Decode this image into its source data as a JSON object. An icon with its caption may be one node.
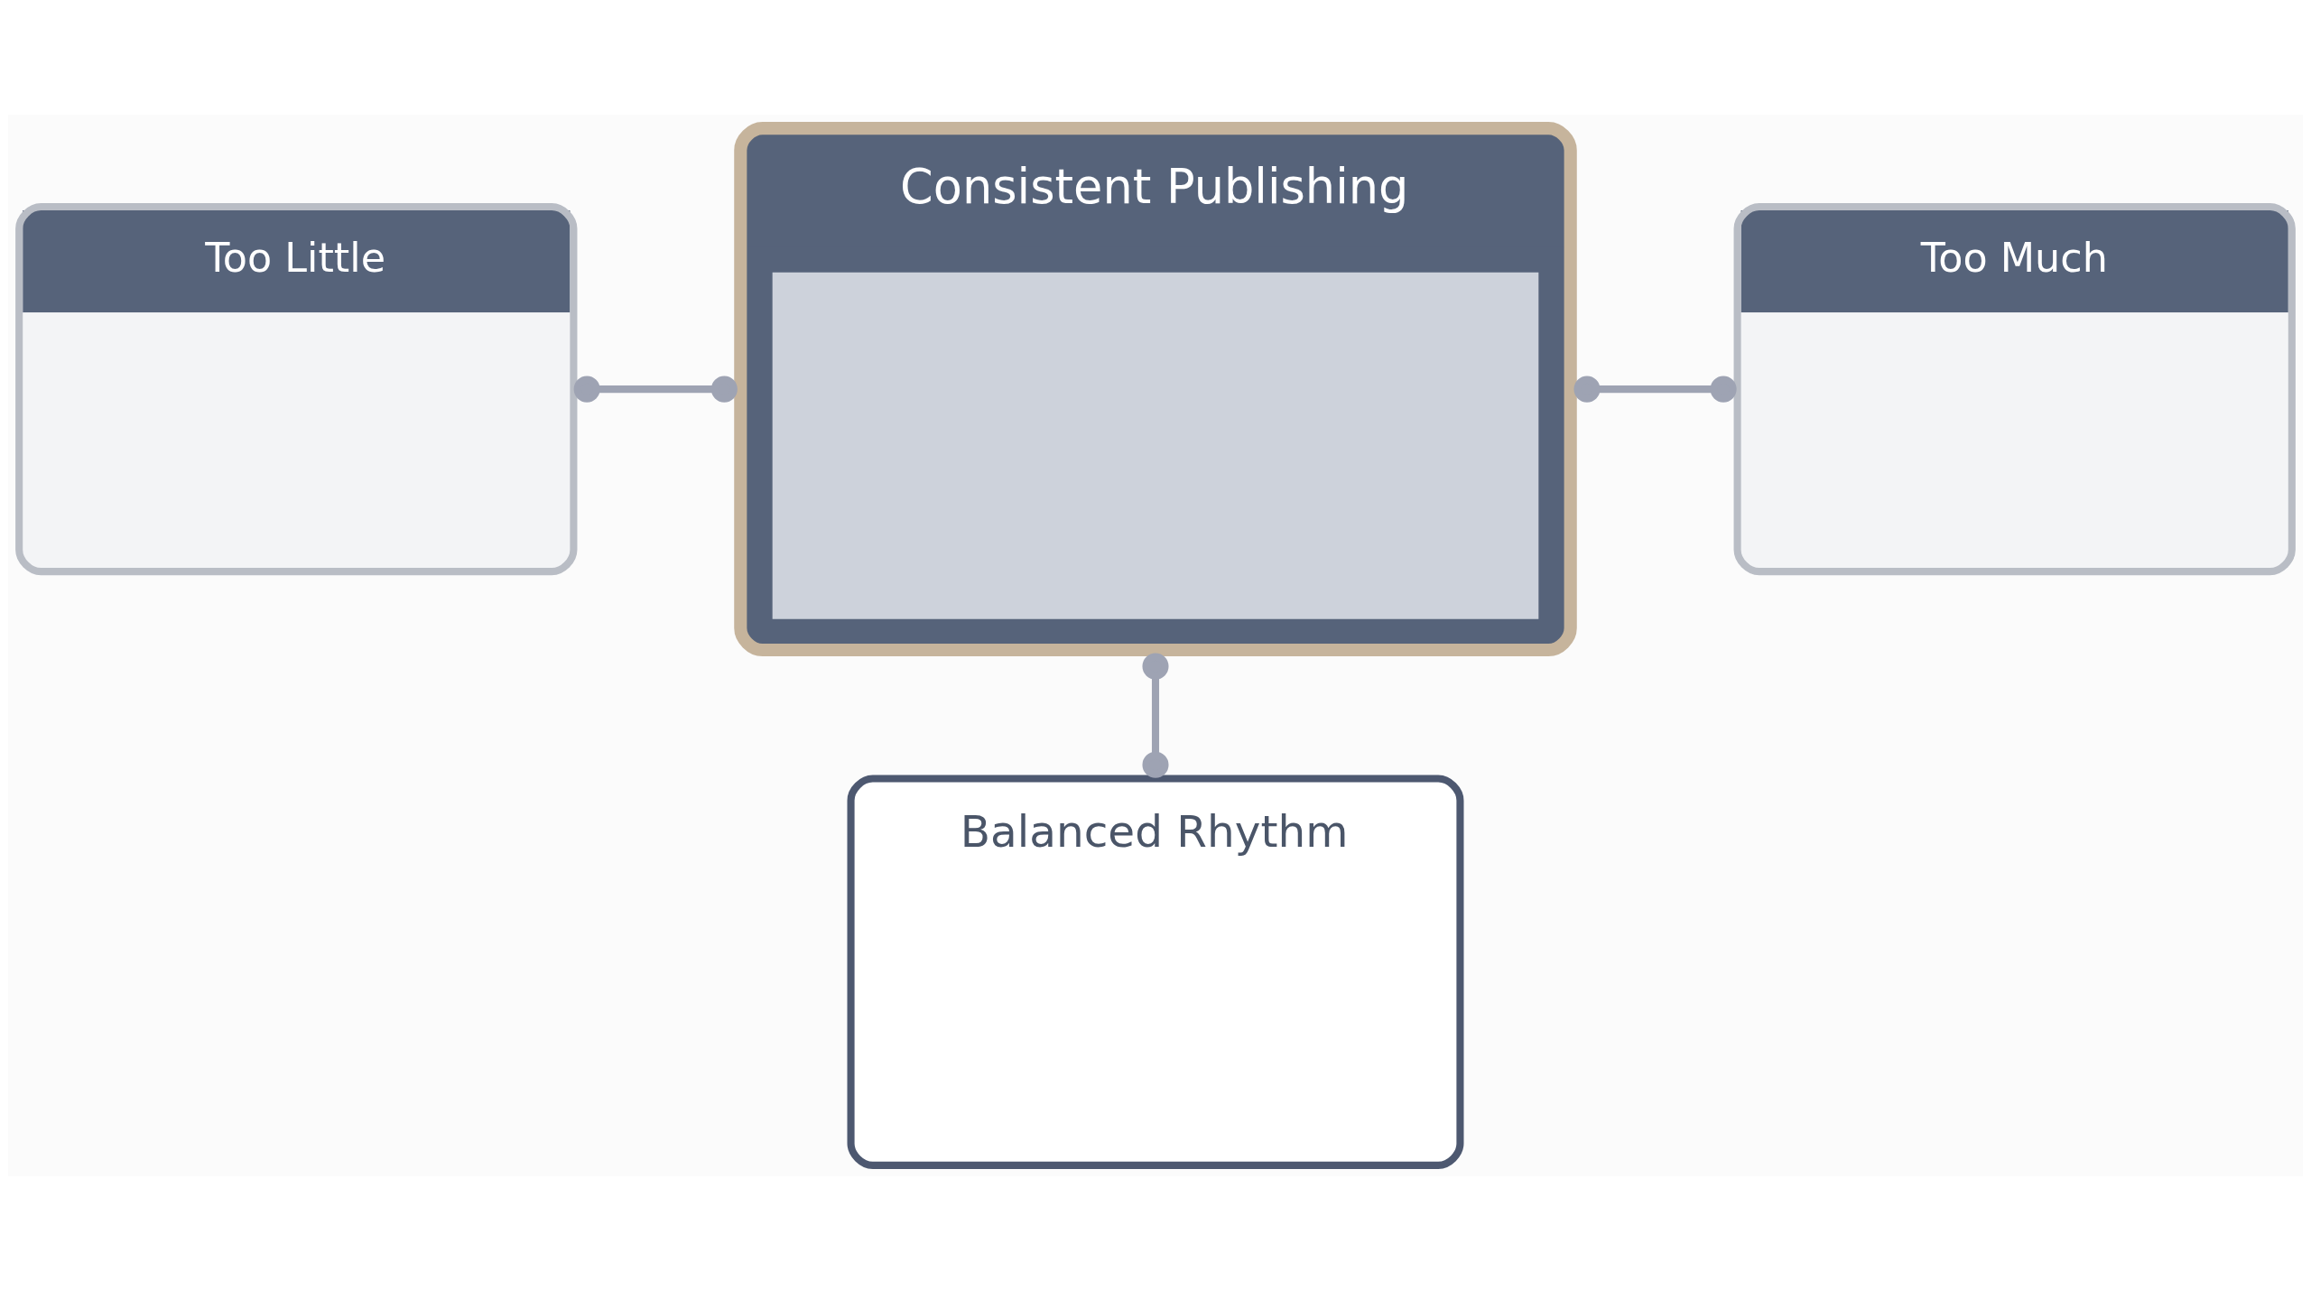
{
  "diagram": {
    "nodes": [
      {
        "text": [
          "Too Little"
        ]
      },
      {
        "text": [
          "Consistent Publishing"
        ]
      },
      {
        "text": [
          "Too Much"
        ]
      },
      {
        "text": [
          "Balanced Rhythm"
        ]
      }
    ],
    "edges": [
      {
        "from": 0,
        "to": 1,
        "arrow": "other"
      },
      {
        "from": 1,
        "to": 2,
        "arrow": "other"
      },
      {
        "from": 1,
        "to": 3,
        "arrow": "other"
      }
    ]
  }
}
